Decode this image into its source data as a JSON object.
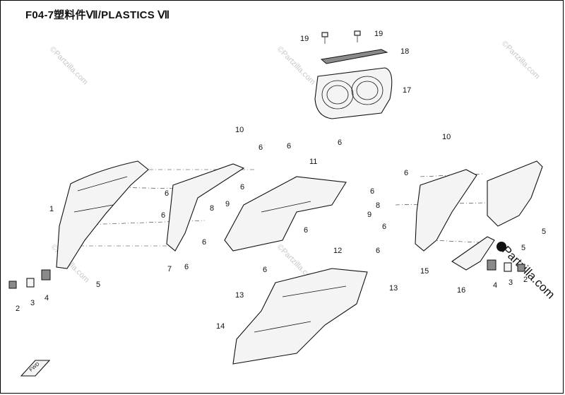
{
  "title": "F04-7塑料件Ⅶ/PLASTICS Ⅶ",
  "watermark": "©Partzilla.com",
  "watermark_large": "Partzilla.com",
  "arrow_label": "FWD",
  "callouts": [
    {
      "label": "19"
    },
    {
      "label": "19"
    },
    {
      "label": "18"
    },
    {
      "label": "17"
    },
    {
      "label": "10"
    },
    {
      "label": "10"
    },
    {
      "label": "11"
    },
    {
      "label": "12"
    },
    {
      "label": "1"
    },
    {
      "label": "2"
    },
    {
      "label": "3"
    },
    {
      "label": "4"
    },
    {
      "label": "5"
    },
    {
      "label": "6"
    },
    {
      "label": "6"
    },
    {
      "label": "6"
    },
    {
      "label": "6"
    },
    {
      "label": "6"
    },
    {
      "label": "6"
    },
    {
      "label": "7"
    },
    {
      "label": "8"
    },
    {
      "label": "9"
    },
    {
      "label": "6"
    },
    {
      "label": "6"
    },
    {
      "label": "6"
    },
    {
      "label": "6"
    },
    {
      "label": "6"
    },
    {
      "label": "6"
    },
    {
      "label": "6"
    },
    {
      "label": "6"
    },
    {
      "label": "8"
    },
    {
      "label": "9"
    },
    {
      "label": "15"
    },
    {
      "label": "16"
    },
    {
      "label": "4"
    },
    {
      "label": "3"
    },
    {
      "label": "2"
    },
    {
      "label": "5"
    },
    {
      "label": "5"
    },
    {
      "label": "13"
    },
    {
      "label": "13"
    },
    {
      "label": "14"
    }
  ]
}
